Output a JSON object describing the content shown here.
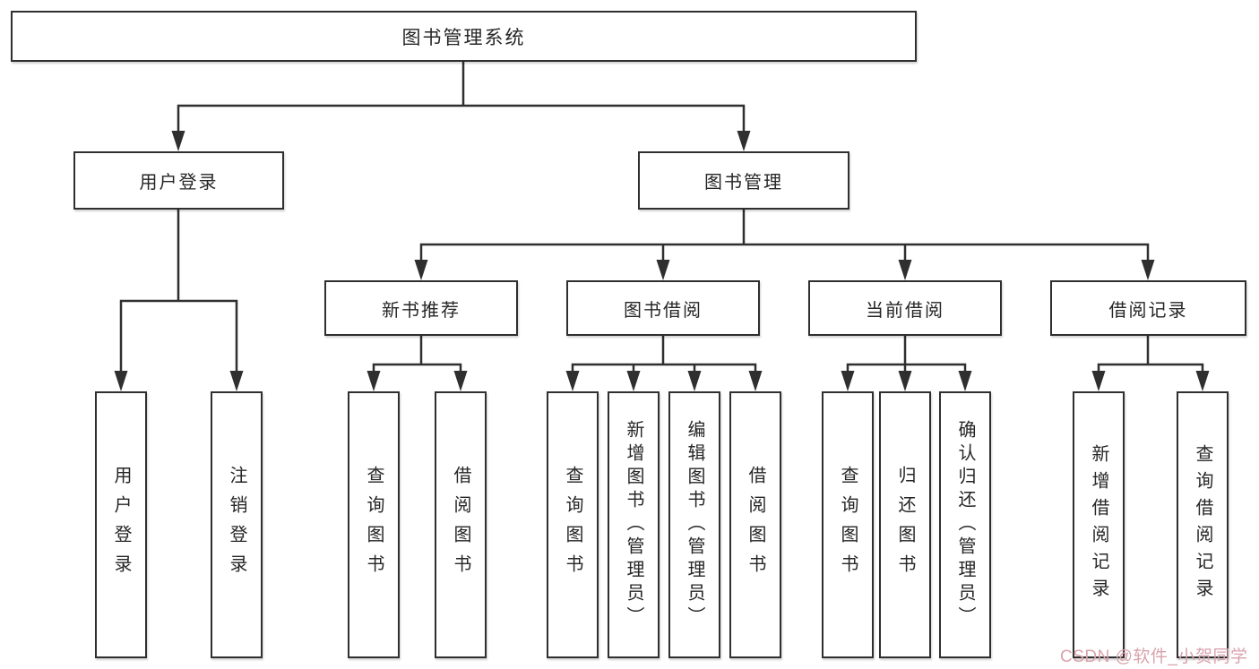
{
  "title": "图书管理系统",
  "branches": {
    "user_login": {
      "label": "用户登录",
      "children": [
        "用户登录",
        "注销登录"
      ]
    },
    "book_management": {
      "label": "图书管理",
      "groups": [
        {
          "label": "新书推荐",
          "children": [
            "查询图书",
            "借阅图书"
          ]
        },
        {
          "label": "图书借阅",
          "children": [
            "查询图书",
            "新增图书（管理员）",
            "编辑图书（管理员）",
            "借阅图书"
          ]
        },
        {
          "label": "当前借阅",
          "children": [
            "查询图书",
            "归还图书",
            "确认归还（管理员）"
          ]
        },
        {
          "label": "借阅记录",
          "children": [
            "新增借阅记录",
            "查询借阅记录"
          ]
        }
      ]
    }
  },
  "watermark": {
    "text": "CSDN @软件_小贺同学",
    "color": "#d9a3ac"
  },
  "colors": {
    "line": "#2f2f2f",
    "box_border": "#2f2f2f",
    "text": "#262626",
    "box_background": "#ffffff",
    "page_background": "#ffffff"
  }
}
